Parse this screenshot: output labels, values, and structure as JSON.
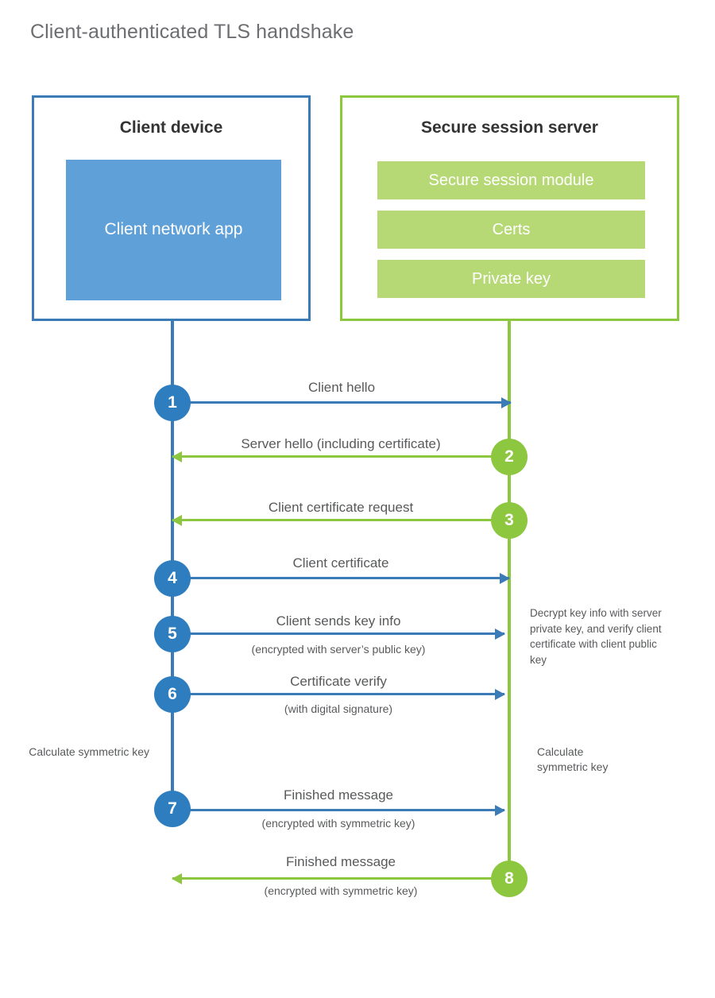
{
  "title": "Client-authenticated TLS handshake",
  "colors": {
    "client_blue": "#3b7cb8",
    "client_circle_blue": "#2e7dbe",
    "client_app_blue": "#60a0d8",
    "server_green": "#8dc63f",
    "server_item_green": "#b6d976",
    "text_gray": "#58595b",
    "title_gray": "#6d6e71",
    "heading_dark": "#333333"
  },
  "client": {
    "title": "Client device",
    "app_label": "Client network app"
  },
  "server": {
    "title": "Secure session server",
    "items": [
      {
        "label": "Secure session module"
      },
      {
        "label": "Certs"
      },
      {
        "label": "Private key"
      }
    ]
  },
  "steps": [
    {
      "number": "1",
      "label": "Client hello",
      "sub": "",
      "direction": "client-to-server",
      "color": "blue"
    },
    {
      "number": "2",
      "label": "Server hello (including certificate)",
      "sub": "",
      "direction": "server-to-client",
      "color": "green"
    },
    {
      "number": "3",
      "label": "Client certificate request",
      "sub": "",
      "direction": "server-to-client",
      "color": "green"
    },
    {
      "number": "4",
      "label": "Client certificate",
      "sub": "",
      "direction": "client-to-server",
      "color": "blue"
    },
    {
      "number": "5",
      "label": "Client sends key info",
      "sub": "(encrypted with server’s public key)",
      "direction": "client-to-server",
      "color": "blue"
    },
    {
      "number": "6",
      "label": "Certificate verify",
      "sub": "(with digital signature)",
      "direction": "client-to-server",
      "color": "blue"
    },
    {
      "number": "7",
      "label": "Finished message",
      "sub": "(encrypted with symmetric key)",
      "direction": "client-to-server",
      "color": "blue"
    },
    {
      "number": "8",
      "label": "Finished message",
      "sub": "(encrypted with symmetric key)",
      "direction": "server-to-client",
      "color": "green"
    }
  ],
  "annotations": {
    "server_decrypt": "Decrypt key info with server private key, and verify client certificate with client public key",
    "client_calculate": "Calculate symmetric key",
    "server_calculate": "Calculate symmetric key"
  }
}
